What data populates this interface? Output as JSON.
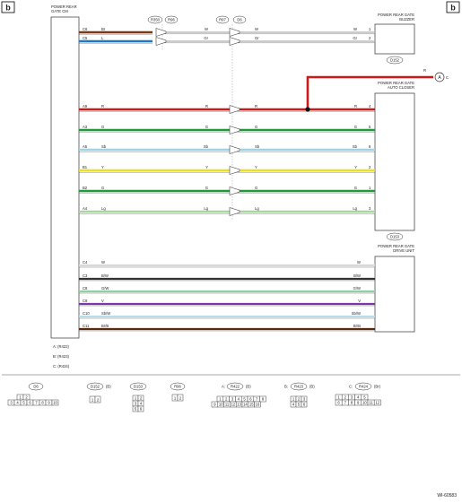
{
  "corner_badges": [
    "b",
    "b"
  ],
  "components": {
    "cm": {
      "name_line1": "POWER REAR",
      "name_line2": "GATE CM",
      "connectors": [
        "A: (R422)",
        "B: (R423)",
        "C: (R424)"
      ]
    },
    "buzzer": {
      "name_line1": "POWER REAR GATE",
      "name_line2": "BUZZER",
      "connector": "D152"
    },
    "closer": {
      "name_line1": "POWER REAR GATE",
      "name_line2": "AUTO CLOSER",
      "connector": "D153"
    },
    "drive": {
      "name_line1": "POWER REAR GATE",
      "name_line2": "DRIVE UNIT"
    }
  },
  "inline_connectors": [
    "R350",
    "R96",
    "R97",
    "D6"
  ],
  "ground_tap": {
    "wire_color": "R",
    "ref": "A",
    "suffix": "C"
  },
  "wires": [
    {
      "pin": "C6",
      "c1": "Br",
      "c2": "W",
      "c3": "W",
      "c4": "W",
      "term": "1",
      "color": "#7a3a1a"
    },
    {
      "pin": "C5",
      "c1": "L",
      "c2": "Gr",
      "c3": "Gr",
      "c4": "Gr",
      "term": "2",
      "color": "#1e78c8"
    },
    {
      "pin": "A9",
      "c1": "R",
      "c2": "R",
      "c3": "R",
      "c4": "R",
      "term": "4",
      "color": "#d01818"
    },
    {
      "pin": "A3",
      "c1": "G",
      "c2": "G",
      "c3": "G",
      "c4": "G",
      "term": "5",
      "color": "#1f9a3a"
    },
    {
      "pin": "A5",
      "c1": "Sb",
      "c2": "Sb",
      "c3": "Sb",
      "c4": "Sb",
      "term": "6",
      "color": "#9fd3e0"
    },
    {
      "pin": "B1",
      "c1": "Y",
      "c2": "Y",
      "c3": "Y",
      "c4": "Y",
      "term": "2",
      "color": "#e8e020"
    },
    {
      "pin": "B2",
      "c1": "G",
      "c2": "G",
      "c3": "G",
      "c4": "G",
      "term": "1",
      "color": "#1f9a3a"
    },
    {
      "pin": "A4",
      "c1": "Lg",
      "c2": "Lg",
      "c3": "Lg",
      "c4": "Lg",
      "term": "3",
      "color": "#a9d6a0"
    }
  ],
  "drive_wires": [
    {
      "pin": "C4",
      "label": "W",
      "end": "W",
      "color": "#d8d8d8"
    },
    {
      "pin": "C3",
      "label": "B/W",
      "end": "B/W",
      "color": "#333333"
    },
    {
      "pin": "C8",
      "label": "G/W",
      "end": "G/W",
      "color": "#8fd0a0"
    },
    {
      "pin": "C9",
      "label": "V",
      "end": "V",
      "color": "#7a3aa0"
    },
    {
      "pin": "C10",
      "label": "Sb/W",
      "end": "Sb/W",
      "color": "#b8dde8"
    },
    {
      "pin": "C11",
      "label": "Br/B",
      "end": "Br/B",
      "color": "#5a2a10"
    }
  ],
  "legend": {
    "d6": {
      "label": "D6",
      "top": [
        "1",
        "2"
      ],
      "bottom": [
        "3",
        "4",
        "5",
        "6",
        "7",
        "8",
        "9",
        "10"
      ]
    },
    "d152": {
      "label": "D152",
      "suffix": "(B)",
      "cells": [
        "1",
        "2"
      ]
    },
    "d153": {
      "label": "D153",
      "cells": [
        "1",
        "2",
        "3",
        "4",
        "5",
        "6"
      ]
    },
    "r96": {
      "label": "R96",
      "cells": [
        "1",
        "2"
      ]
    },
    "r422": {
      "prefix": "A:",
      "label": "R422",
      "suffix": "(B)",
      "top": [
        "1",
        "2",
        "3",
        "4",
        "5",
        "6",
        "7",
        "8"
      ],
      "bottom": [
        "9",
        "10",
        "11",
        "12",
        "13",
        "14",
        "15",
        "16"
      ]
    },
    "r423": {
      "prefix": "B:",
      "label": "R423",
      "suffix": "(B)",
      "cells": [
        "1",
        "2",
        "3",
        "4",
        "5",
        "6"
      ]
    },
    "r424": {
      "prefix": "C:",
      "label": "R424",
      "suffix": "(Br)",
      "top": [
        "1",
        "2",
        "3",
        "4",
        "5"
      ],
      "bottom": [
        "6",
        "7",
        "8",
        "9",
        "10",
        "11",
        "12"
      ]
    }
  },
  "figure_id": "WI-60583"
}
